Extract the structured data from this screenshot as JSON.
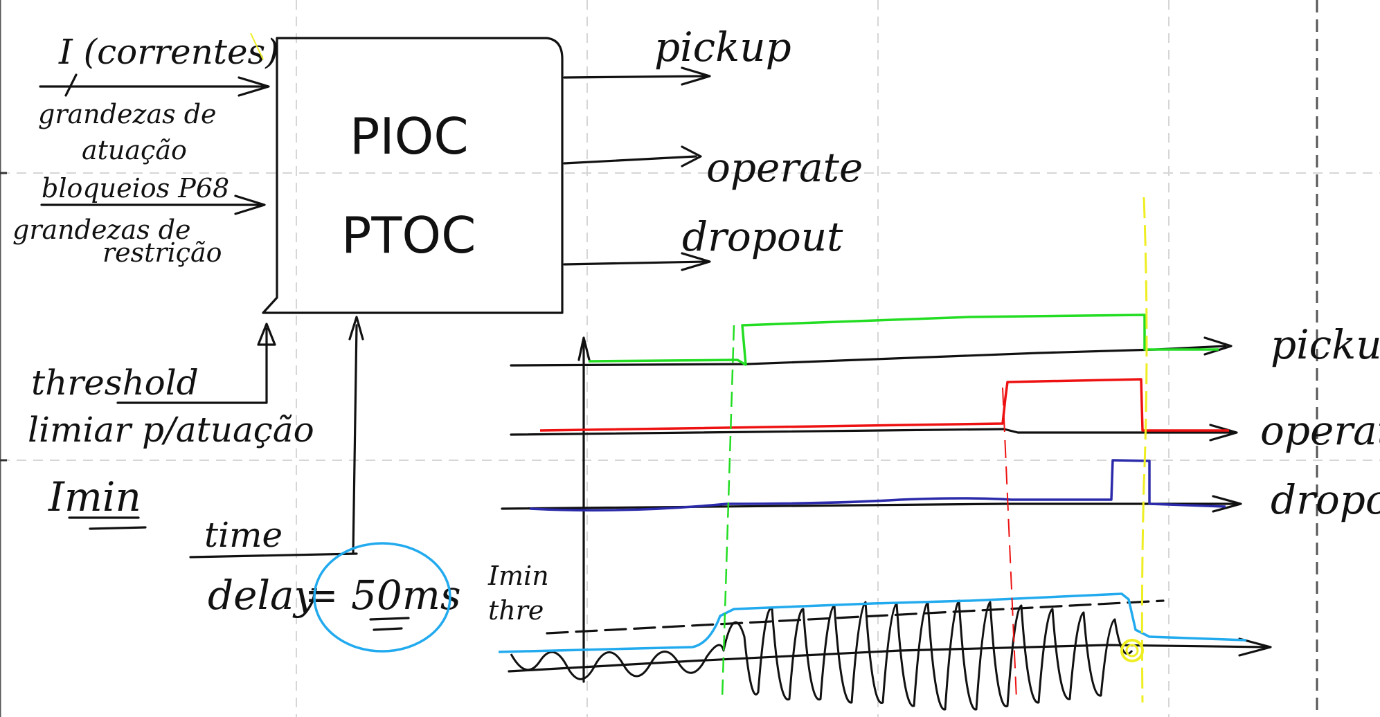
{
  "block": {
    "line1": "PIOC",
    "line2": "PTOC"
  },
  "inputs": {
    "currents": "I (correntes)",
    "actuation_quantities_1": "grandezas de",
    "actuation_quantities_2": "atuação",
    "blocking": "bloqueios P68",
    "restriction_quantities_1": "grandezas de",
    "restriction_quantities_2": "restrição",
    "threshold": "threshold",
    "threshold_pt": "limiar p/atuação",
    "imin": "Imin",
    "time": "time",
    "delay": "delay",
    "delay_value": "= 50ms"
  },
  "outputs": {
    "pickup": "pickup",
    "operate": "operate",
    "dropout": "dropout"
  },
  "timing": {
    "pickup_label": "pickup",
    "operate_label": "operate",
    "dropout_label": "dropout",
    "imin_label_1": "Imin",
    "imin_label_2": "thre",
    "colors": {
      "pickup": "#22dd22",
      "operate": "#ee1111",
      "dropout": "#2a2aaa",
      "threshold": "#22aaee",
      "dropout_marker": "#eeee22",
      "ink": "#111111"
    }
  }
}
